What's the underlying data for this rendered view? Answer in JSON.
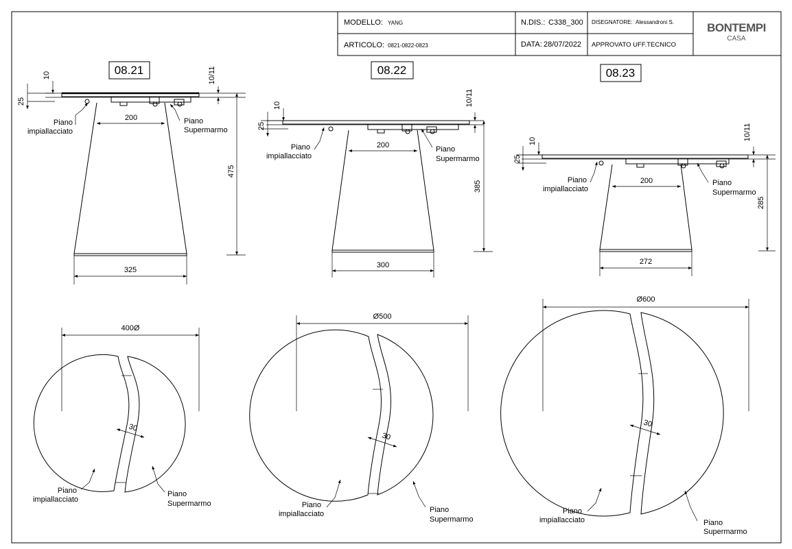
{
  "title_block": {
    "modello_label": "MODELLO:",
    "modello_value": "YANG",
    "ndis_label": "N.DIS.:",
    "ndis_value": "C338_300",
    "disegnatore_label": "DISEGNATORE:",
    "disegnatore_value": "Alessandroni S.",
    "articolo_label": "ARTICOLO:",
    "articolo_value": "0821-0822-0823",
    "data_label": "DATA:",
    "data_value": "28/07/2022",
    "approvato": "APPROVATO UFF.TECNICO",
    "logo_main": "BONTEMPI",
    "logo_sub": "CASA"
  },
  "labels": {
    "piano": "Piano",
    "impiallacciato": "impiallacciato",
    "supermarmo": "Supermarmo"
  },
  "views": [
    {
      "code": "08.21",
      "dim_top": "10",
      "dim_side": "10/11",
      "dim_thick": "25",
      "dim_col": "200",
      "dim_height": "475",
      "dim_base": "325",
      "dim_diameter": "400Ø",
      "dim_gap": "30"
    },
    {
      "code": "08.22",
      "dim_top": "10",
      "dim_side": "10/11",
      "dim_thick": "25",
      "dim_col": "200",
      "dim_height": "385",
      "dim_base": "300",
      "dim_diameter": "Ø500",
      "dim_gap": "30"
    },
    {
      "code": "08.23",
      "dim_top": "10",
      "dim_side": "10/11",
      "dim_thick": "25",
      "dim_col": "200",
      "dim_height": "285",
      "dim_base": "272",
      "dim_diameter": "Ø600",
      "dim_gap": "30"
    }
  ]
}
